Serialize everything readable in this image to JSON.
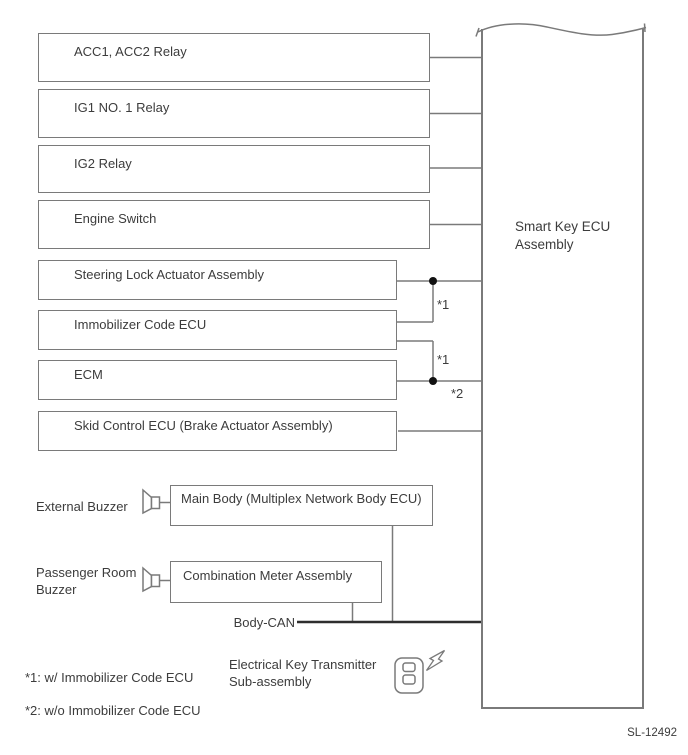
{
  "colors": {
    "line_gray": "#7a7a7a",
    "text": "#3c3c3c",
    "bus_black": "#2e2e2e",
    "junction_dot": "#111111"
  },
  "smart_key_ecu_box": {
    "label": "Smart Key ECU Assembly"
  },
  "relay_boxes": [
    {
      "label": "ACC1, ACC2 Relay"
    },
    {
      "label": "IG1 NO. 1 Relay"
    },
    {
      "label": "IG2 Relay"
    },
    {
      "label": "Engine Switch"
    },
    {
      "label": "Steering Lock Actuator Assembly"
    },
    {
      "label": "Immobilizer Code ECU"
    },
    {
      "label": "ECM"
    },
    {
      "label": "Skid Control ECU (Brake Actuator Assembly)"
    }
  ],
  "buzzers": [
    {
      "label": "External Buzzer"
    },
    {
      "label": "Passenger Room Buzzer"
    }
  ],
  "body_ecu_boxes": [
    {
      "label": "Main Body (Multiplex Network Body ECU)"
    },
    {
      "label": "Combination Meter Assembly"
    }
  ],
  "bus": {
    "label": "Body-CAN"
  },
  "transmitter": {
    "label": "Electrical Key Transmitter Sub-assembly"
  },
  "junction_labels": [
    {
      "text": "*1"
    },
    {
      "text": "*1"
    },
    {
      "text": "*2"
    }
  ],
  "footnotes": [
    {
      "text": "*1: w/ Immobilizer Code ECU"
    },
    {
      "text": "*2: w/o Immobilizer Code ECU"
    }
  ],
  "figure_code": "SL-12492"
}
